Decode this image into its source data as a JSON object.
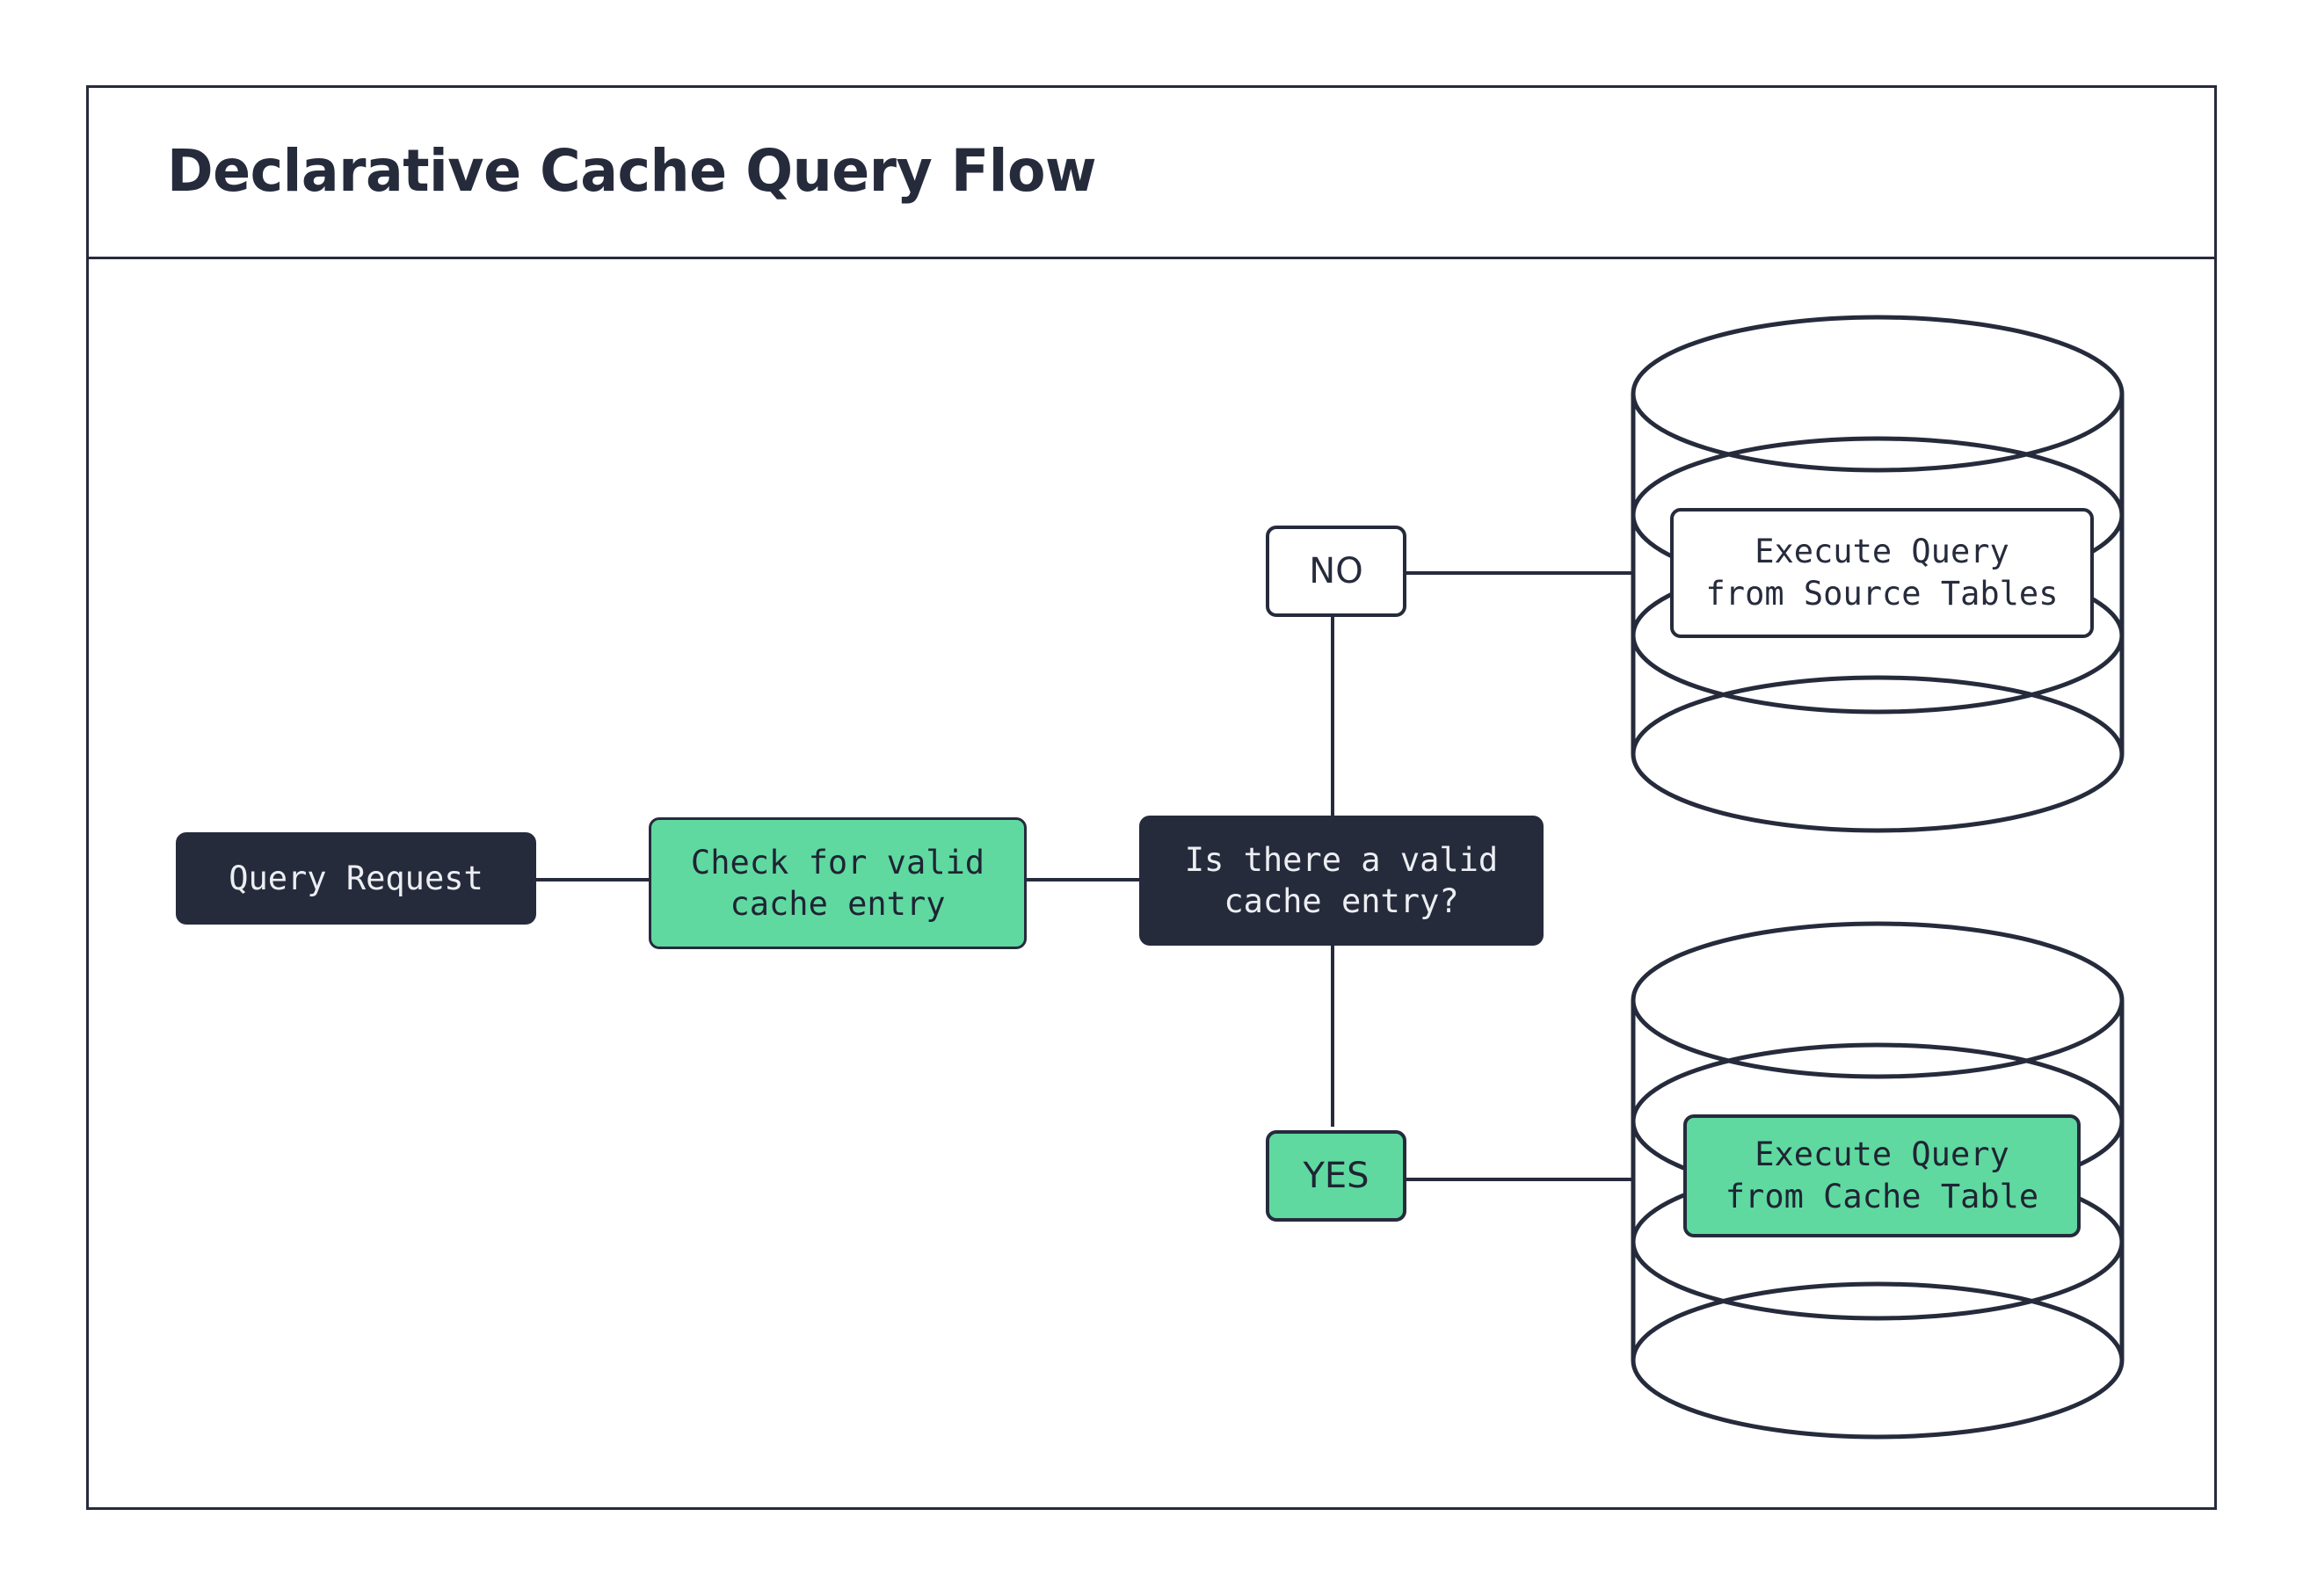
{
  "diagram": {
    "title": "Declarative Cache Query Flow",
    "colors": {
      "ink": "#262b3c",
      "accent_green": "#5fd9a0",
      "surface": "#ffffff"
    },
    "nodes": {
      "query_request": "Query Request",
      "check_cache": "Check for valid\ncache entry",
      "decision": "Is there a valid\ncache entry?",
      "source_tables": "Execute Query\nfrom Source Tables",
      "cache_table": "Execute Query\nfrom Cache Table"
    },
    "edge_labels": {
      "no": "NO",
      "yes": "YES"
    }
  }
}
